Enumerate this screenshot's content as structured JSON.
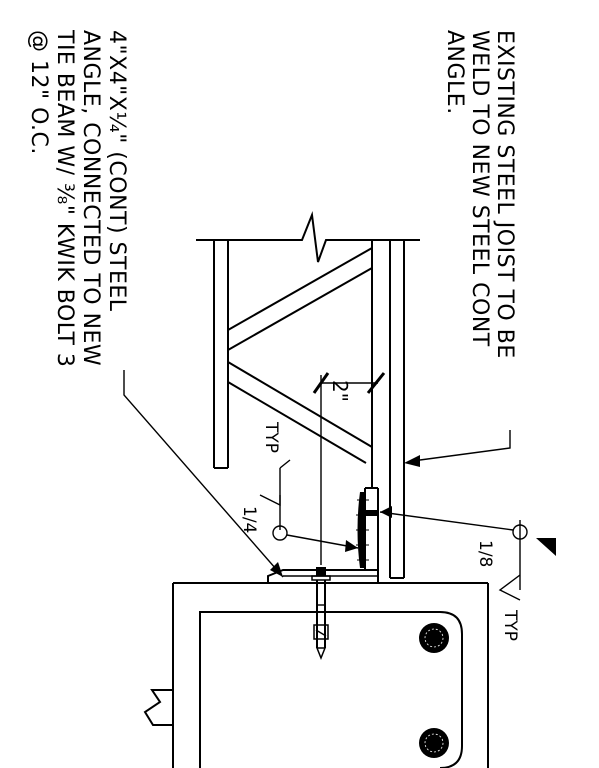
{
  "notes": {
    "existing_joist": {
      "lines": [
        "EXISTING STEEL JOIST TO BE",
        "WELD TO NEW STEEL CONT",
        "ANGLE."
      ]
    },
    "steel_angle": {
      "lines": [
        "4\"X4\"X¼\" (CONT) STEEL",
        "ANGLE, CONNECTED TO NEW",
        "TIE BEAM W/ ⅜\" KWIK BOLT 3",
        "@ 12\" O.C."
      ]
    }
  },
  "dimension": {
    "label": "2\""
  },
  "weld_symbols": {
    "lower": {
      "size": "1/4",
      "tail": "TYP"
    },
    "upper": {
      "size": "1/8",
      "tail": "TYP"
    }
  }
}
